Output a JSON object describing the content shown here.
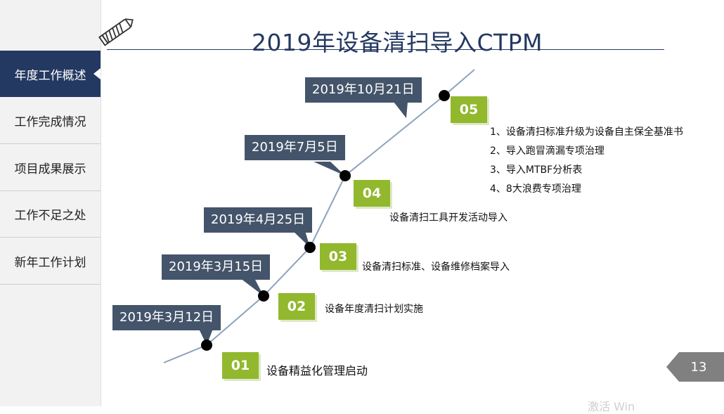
{
  "sidebar": {
    "items": [
      {
        "label": "年度工作概述",
        "active": true
      },
      {
        "label": "工作完成情况"
      },
      {
        "label": "项目成果展示"
      },
      {
        "label": "工作不足之处"
      },
      {
        "label": "新年工作计划"
      }
    ]
  },
  "header": {
    "title": "2019年设备清扫导入CTPM"
  },
  "milestones": [
    {
      "date": "2019年3月12日",
      "number": "01",
      "desc": "设备精益化管理启动"
    },
    {
      "date": "2019年3月15日",
      "number": "02",
      "desc": "设备年度清扫计划实施"
    },
    {
      "date": "2019年4月25日",
      "number": "03",
      "desc": "设备清扫标准、设备维修档案导入"
    },
    {
      "date": "2019年7月5日",
      "number": "04",
      "desc": "设备清扫工具开发活动导入"
    },
    {
      "date": "2019年10月21日",
      "number": "05",
      "desc_list": [
        "1、设备清扫标准升级为设备自主保全基准书",
        "2、导入跑冒滴漏专项治理",
        "3、导入MTBF分析表",
        "4、8大浪费专项治理"
      ]
    }
  ],
  "page_number": "13",
  "watermark": "激活 Win",
  "colors": {
    "navy": "#243961",
    "slate": "#44546a",
    "green": "#92b82e",
    "line": "#8da2bd"
  }
}
